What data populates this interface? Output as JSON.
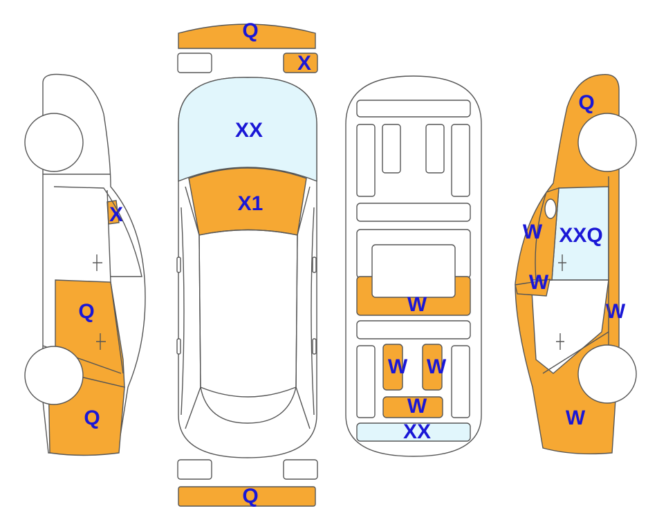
{
  "colors": {
    "damage": "#f6a833",
    "glass": "#e1f6fc",
    "outline": "#555555",
    "label": "#1a17d6",
    "background": "#ffffff"
  },
  "legend_codes": [
    "Q",
    "X",
    "XX",
    "X1",
    "W",
    "XXQ"
  ],
  "front_view": {
    "bumper": "Q",
    "right_headlight": "X"
  },
  "top_view": {
    "windshield": "XX",
    "hood": "X1"
  },
  "rear_view": {
    "bumper": "Q"
  },
  "underbody_view": {
    "center_member": "W",
    "left_rail": "W",
    "right_rail": "W",
    "rear_crossmember": "W",
    "rear_panel": "XX"
  },
  "left_side_view": {
    "mirror": "X",
    "rear_door": "Q",
    "rear_quarter": "Q"
  },
  "right_side_view": {
    "front_fender": "Q",
    "front_window": "XXQ",
    "a_pillar": "W",
    "front_door_trim": "W",
    "front_door": "W",
    "rocker": "W"
  }
}
